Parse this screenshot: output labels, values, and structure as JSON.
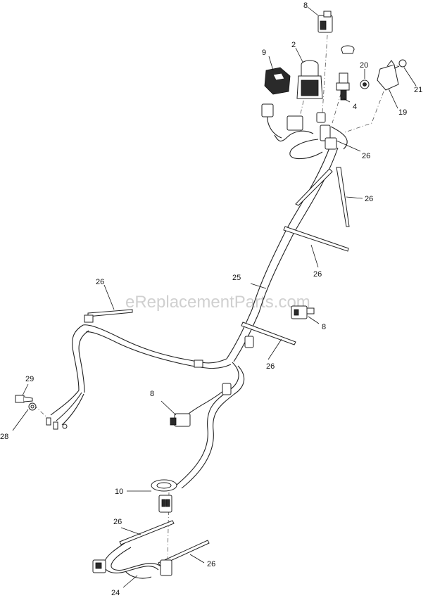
{
  "watermark": "eReplacementParts.com",
  "callouts": {
    "c8_top": "8",
    "c9": "9",
    "c2": "2",
    "c20": "20",
    "c21": "21",
    "c4": "4",
    "c19": "19",
    "c26_a": "26",
    "c26_b": "26",
    "c26_c": "26",
    "c25": "25",
    "c26_d": "26",
    "c8_mid": "8",
    "c26_e": "26",
    "c29": "29",
    "c28": "28",
    "c8_left": "8",
    "c10": "10",
    "c26_f": "26",
    "c26_g": "26",
    "c24": "24"
  }
}
